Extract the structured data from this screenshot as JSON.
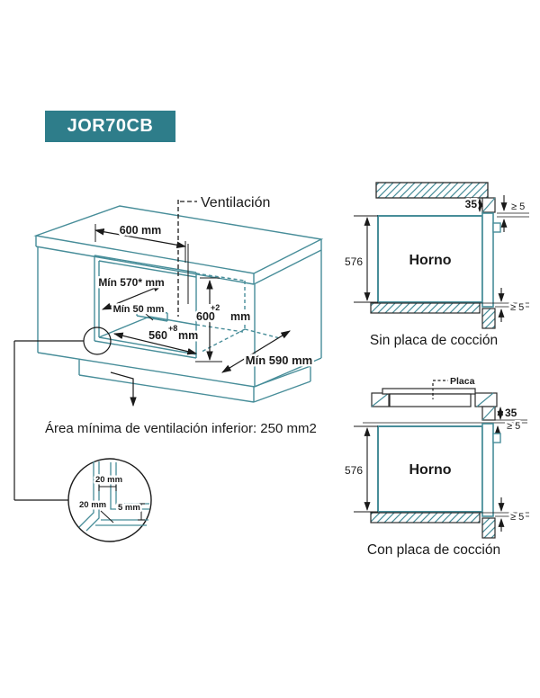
{
  "badge": {
    "label": "JOR70CB"
  },
  "colors": {
    "badge_bg": "#2E7D8A",
    "line_teal": "#478D99",
    "ink": "#1A1A1A"
  },
  "main": {
    "ventilation_label": "Ventilación",
    "dim_top_width": "600 mm",
    "dim_depth_min": "Mín 570* mm",
    "dim_rear_gap": "Mín 50 mm",
    "dim_niche_width": {
      "value": "560",
      "tol": "+8",
      "unit": "mm"
    },
    "dim_niche_height": {
      "value": "600",
      "tol": "+2",
      "unit": "mm"
    },
    "dim_front_depth": "Mín 590 mm",
    "vent_area_note": "Área mínima de ventilación inferior: 250 mm2"
  },
  "detail": {
    "dim_top_gap": "20 mm",
    "dim_side_gap": "20 mm",
    "dim_shelf_gap": "5 mm"
  },
  "sections": {
    "top": {
      "oven": "Horno",
      "height": "576",
      "counter_offset": "35",
      "gap_top": "≥ 5",
      "gap_bottom": "≥ 5",
      "caption": "Sin placa de cocción"
    },
    "bottom": {
      "oven": "Horno",
      "hob": "Placa",
      "height": "576",
      "counter_offset": "35",
      "gap_top": "≥ 5",
      "gap_bottom": "≥ 5",
      "caption": "Con placa de cocción"
    }
  }
}
